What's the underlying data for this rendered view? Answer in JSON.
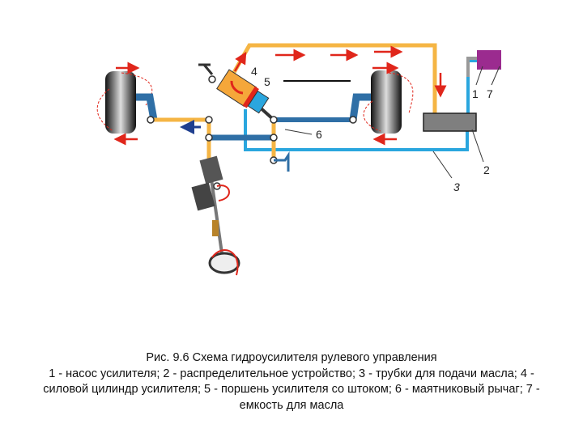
{
  "figure": {
    "labels": {
      "l1": "1",
      "l2": "2",
      "l3": "3",
      "l4": "4",
      "l5": "5",
      "l6": "6",
      "l7": "7"
    },
    "colors": {
      "pressure_line": "#f5b544",
      "return_line": "#2aa6de",
      "link_blue": "#2f6fa6",
      "arrow_red": "#e0261b",
      "pump": "#9b2b8f",
      "distributor": "#7f7f7f"
    }
  },
  "caption": {
    "title": "Рис. 9.6 Схема гидроусилителя рулевого управления",
    "line1": "1 - насос усилителя; 2 - распределительное устройство; 3 - трубки для подачи масла; 4 -",
    "line2": "силовой цилиндр усилителя; 5 - поршень усилителя со штоком; 6 - маятниковый рычаг; 7 -",
    "line3": "емкость для масла"
  }
}
